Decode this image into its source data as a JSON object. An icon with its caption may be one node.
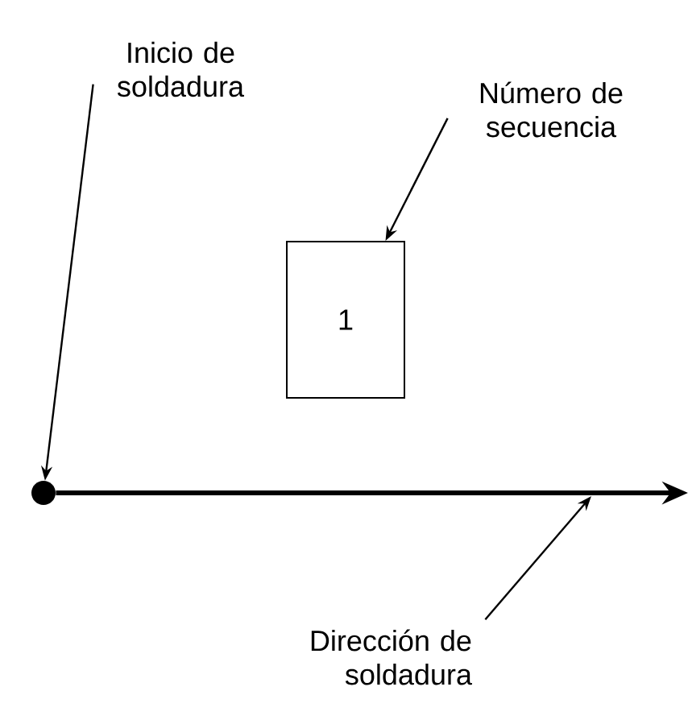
{
  "diagram": {
    "nodes": [
      {
        "text": [
          "Inicio de soldadura"
        ]
      },
      {
        "text": [
          "Número de secuencia"
        ]
      },
      {
        "text": [
          "1"
        ]
      },
      {
        "text": [],
        "shape": "circle"
      },
      {
        "text": [
          "Dirección de soldadura"
        ]
      }
    ],
    "edges": [
      {
        "from": 0,
        "to": 3,
        "arrow": "to"
      },
      {
        "from": 1,
        "to": 2,
        "arrow": "to"
      },
      {
        "from": 3,
        "to": null,
        "arrow": "to",
        "style": "thick"
      },
      {
        "from": 4,
        "to": null,
        "arrow": "to"
      }
    ]
  }
}
